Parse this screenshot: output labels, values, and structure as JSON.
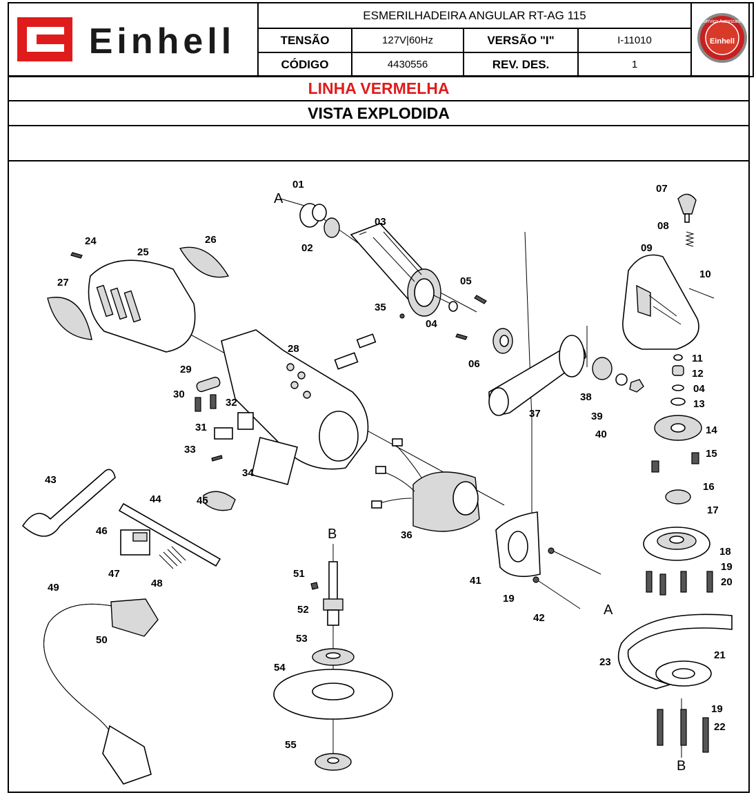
{
  "header": {
    "brand": "Einhell",
    "title": "ESMERILHADEIRA ANGULAR RT-AG 115",
    "tensao_label": "TENSÃO",
    "tensao_value": "127V|60Hz",
    "versao_label": "VERSÃO \"I\"",
    "versao_value": "I-11010",
    "codigo_label": "CÓDIGO",
    "codigo_value": "4430556",
    "rev_label": "REV. DES.",
    "rev_value": "1",
    "seal_top": "Serviço Autorizado",
    "seal_brand": "Einhell"
  },
  "bands": {
    "line": "LINHA VERMELHA",
    "view": "VISTA EXPLODIDA"
  },
  "colors": {
    "accent_red": "#e01b1b",
    "seal_red": "#c8201f"
  },
  "diagram": {
    "part_labels": [
      "01",
      "02",
      "03",
      "04",
      "05",
      "06",
      "07",
      "08",
      "09",
      "10",
      "11",
      "12",
      "04",
      "13",
      "14",
      "15",
      "16",
      "17",
      "18",
      "19",
      "20",
      "21",
      "22",
      "23",
      "24",
      "25",
      "26",
      "27",
      "28",
      "29",
      "30",
      "31",
      "32",
      "33",
      "34",
      "35",
      "36",
      "37",
      "38",
      "39",
      "40",
      "41",
      "19",
      "42",
      "43",
      "44",
      "45",
      "46",
      "47",
      "48",
      "49",
      "50",
      "51",
      "52",
      "53",
      "54",
      "55",
      "19"
    ],
    "axis_labels": [
      "A",
      "A",
      "B",
      "B"
    ]
  }
}
